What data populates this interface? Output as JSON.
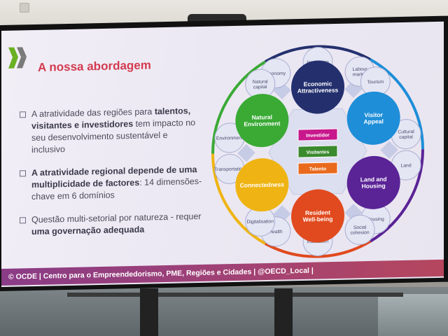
{
  "slide": {
    "title": "A nossa abordagem",
    "bullets": [
      {
        "plain1": "A atratividade das regiões para ",
        "bold": "talentos, visitantes e investidores",
        "plain2": " tem impacto no seu desenvolvimento sustentável e inclusivo"
      },
      {
        "plain1": "",
        "bold": "A atratividade regional depende de uma multiplicidade de factores",
        "plain2": ": 14 dimensões-chave em 6 domínios"
      },
      {
        "plain1": "Questão multi-setorial por natureza - requer ",
        "bold": "uma governação adequada",
        "plain2": ""
      }
    ],
    "footer": "© OCDE | Centro para o Empreendedorismo, PME, Regiões e Cidades | @OECD_Local |"
  },
  "diagram": {
    "center": [
      {
        "label": "Investidor",
        "color": "#c8188c"
      },
      {
        "label": "Visitantes",
        "color": "#3a8a2e"
      },
      {
        "label": "Talento",
        "color": "#e96a1c"
      }
    ],
    "domains": [
      {
        "key": "economic",
        "label": "Economic Attractiveness",
        "color": "#24306e",
        "dimensions": [
          "Economy",
          "Innovation",
          "Labour market"
        ]
      },
      {
        "key": "visitor",
        "label": "Visitor Appeal",
        "color": "#1e8ed8",
        "dimensions": [
          "Tourism",
          "Cultural capital"
        ]
      },
      {
        "key": "land",
        "label": "Land and Housing",
        "color": "#5a2396",
        "dimensions": [
          "Land",
          "Housing"
        ]
      },
      {
        "key": "resident",
        "label": "Resident Well-being",
        "color": "#e04a1e",
        "dimensions": [
          "Social cohesion",
          "Education",
          "Health"
        ]
      },
      {
        "key": "connectedness",
        "label": "Connectedness",
        "color": "#efb414",
        "dimensions": [
          "Digitalisation",
          "Transportation"
        ]
      },
      {
        "key": "natural",
        "label": "Natural Environment",
        "color": "#3aaa35",
        "dimensions": [
          "Environment",
          "Natural capital"
        ]
      }
    ]
  }
}
